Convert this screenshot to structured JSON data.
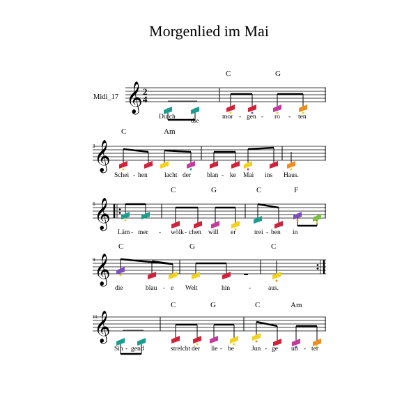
{
  "title": "Morgenlied  im  Mai",
  "instrument": "Midi_17",
  "time_signature": {
    "top": "2",
    "bottom": "4"
  },
  "clef_glyph": "𝄞",
  "systems": [
    {
      "measure_number": "",
      "chords": [
        "C",
        "G"
      ],
      "lyrics": [
        "Durch",
        "die",
        "mor",
        "-",
        "gen",
        "-",
        "ro",
        "-",
        "ten"
      ]
    },
    {
      "measure_number": "3",
      "chords": [
        "C",
        "Am"
      ],
      "lyrics": [
        "Schei",
        "-",
        "hen",
        "lacht",
        "der",
        "blan",
        "-",
        "ke",
        "Mai",
        "ins",
        "Haus."
      ]
    },
    {
      "measure_number": "6",
      "chords": [
        "C",
        "G",
        "C",
        "F"
      ],
      "lyrics": [
        "Läm",
        "-",
        "mer",
        "-",
        "wölk",
        "-",
        "chen",
        "will",
        "er",
        "trei",
        "-",
        "ben",
        "in"
      ]
    },
    {
      "measure_number": "9",
      "chords": [
        "C",
        "G",
        "C"
      ],
      "lyrics": [
        "die",
        "blau",
        "-",
        "e",
        "Welt",
        "hin",
        "-",
        "aus."
      ]
    },
    {
      "measure_number": "11",
      "chords": [
        "C",
        "G",
        "C",
        "Am"
      ],
      "lyrics": [
        "Sin",
        "-",
        "gend",
        "strelcht",
        "der",
        "lie",
        "-",
        "be",
        "Jun",
        "-",
        "ge",
        "un",
        "-",
        "ter"
      ]
    }
  ],
  "note_colors": {
    "teal": "#1a9e8f",
    "red": "#d2223a",
    "magenta": "#c53a9c",
    "yellow": "#f2d21c",
    "orange": "#f28c1c",
    "purple": "#7b4fbf",
    "green": "#7bc043"
  }
}
